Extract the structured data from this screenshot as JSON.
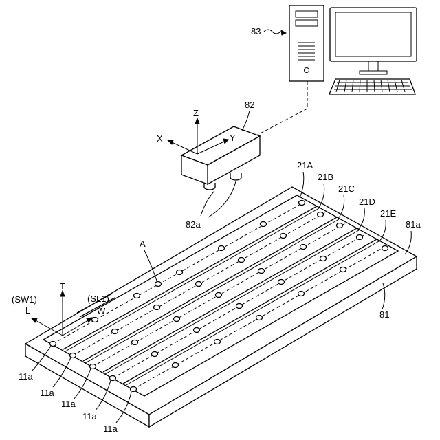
{
  "labels": {
    "computer": "83",
    "camera": "82",
    "camera_lenses": "82a",
    "stage": "81",
    "stage_top": "81a",
    "point_a": "A",
    "axis_x": "X",
    "axis_y": "Y",
    "axis_z": "Z",
    "dir_t": "T",
    "dir_l": "L",
    "dir_w": "W",
    "sw1": "(SW1)",
    "sl1": "(SL1)",
    "strip_a": "21A",
    "strip_b": "21B",
    "strip_c": "21C",
    "strip_d": "21D",
    "strip_e": "21E",
    "hole_1": "11a",
    "hole_2": "11a",
    "hole_3": "11a",
    "hole_4": "11a",
    "hole_5": "11a"
  },
  "colors": {
    "line": "#000000",
    "background": "#ffffff"
  },
  "icons": [
    "computer-tower-icon",
    "monitor-icon",
    "keyboard-icon",
    "camera-icon"
  ]
}
